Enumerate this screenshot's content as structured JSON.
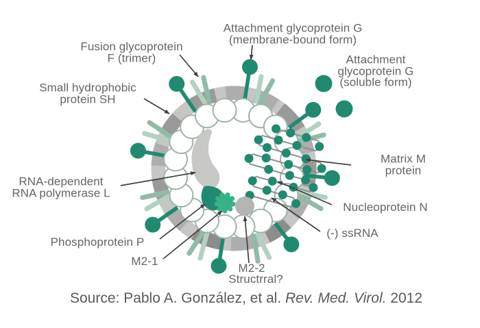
{
  "figure": {
    "labels": {
      "fusion_f": "Fusion glycoprotein\nF (trimer)",
      "attachment_g_membrane": "Attachment glycoprotein G\n(membrane-bound form)",
      "attachment_g_soluble": "Attachment glycoprotein G\n(soluble form)",
      "small_hydrophobic": "Small hydrophobic\nprotein SH",
      "rna_polymerase": "RNA-dependent\nRNA polymerase L",
      "matrix": "Matrix M protein",
      "nucleoprotein": "Nucleoprotein N",
      "ssrna": "(-) ssRNA",
      "phosphoprotein": "Phosphoprotein P",
      "m2_1": "M2-1",
      "m2_2": "M2-2",
      "m2_2_note": "Structrral?"
    },
    "source": {
      "prefix": "Source: Pablo A. González, et al. ",
      "italic": "Rev. Med. Virol.",
      "suffix": " 2012"
    }
  },
  "palette": {
    "teal": "#1f8a6f",
    "gear-green": "#36b287",
    "sage-light": "#b3d1c1",
    "sage-dark": "#90bba5",
    "membrane-base": "#c6c6c5",
    "membrane-mid": "#aeaeae",
    "membrane-dark": "#9a9a99",
    "membrane-darkest": "#8d8d8c",
    "blob-gray": "#c7c7c6",
    "m22-gray": "#b4b4b2",
    "ring-outline": "#9fb2a6",
    "rna-line": "#8f8f8f",
    "label-text": "#646464",
    "source-text": "#5a5a5a",
    "arrow": "#414042"
  }
}
